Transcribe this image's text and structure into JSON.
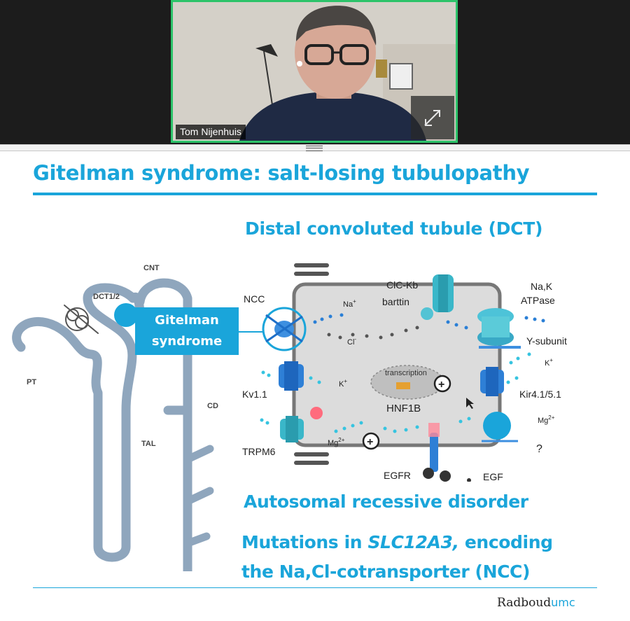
{
  "meeting": {
    "participant_name": "Tom Nijenhuis",
    "expand_icon": "expand-icon"
  },
  "slide": {
    "title": "Gitelman syndrome: salt-losing tubulopathy",
    "subtitle": "Distal convoluted tubule (DCT)",
    "kidney_labels": {
      "cnt": "CNT",
      "dct": "DCT1/2",
      "pt": "PT",
      "tal": "TAL",
      "cd": "CD"
    },
    "gitelman_box": [
      "Gitelman",
      "syndrome"
    ],
    "cell_labels": {
      "ncc": "NCC",
      "clckb": "ClC-Kb",
      "barttin": "barttin",
      "nak": "Na,K",
      "atpase": "ATPase",
      "na_plus": "Na",
      "cl_minus": "Cl",
      "ysubunit": "Y-subunit",
      "kplus_right": "K",
      "kv": "Kv1.1",
      "kplus_left": "K",
      "transcription": "transcription",
      "hnf1b": "HNF1B",
      "kir": "Kir4.1/5.1",
      "trpm6": "TRPM6",
      "mg_left": "Mg",
      "mg_right": "Mg",
      "question": "?",
      "egfr": "EGFR",
      "egf": "EGF",
      "plus_sign": "+",
      "minus_sign": "-",
      "two_plus": "2+"
    },
    "bottom_lines": {
      "line1": "Autosomal recessive disorder",
      "line2_prefix": "Mutations in ",
      "line2_gene": "SLC12A3,",
      "line2_suffix": " encoding",
      "line3": "the Na,Cl-cotransporter (NCC)"
    },
    "logo": {
      "main": "Radboud",
      "suffix": "umc"
    },
    "colors": {
      "accent": "#1aa5da",
      "active_speaker": "#2dc36a"
    }
  }
}
